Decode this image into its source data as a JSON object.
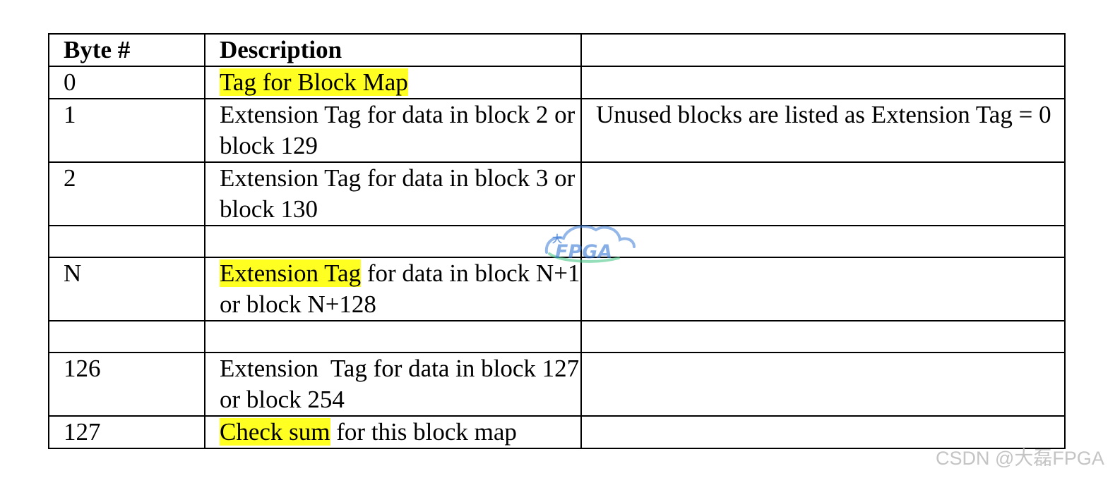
{
  "table": {
    "headers": [
      "Byte #",
      "Description",
      ""
    ],
    "rows": [
      {
        "byte": "0",
        "desc": [
          {
            "text": "Tag for Block Map",
            "highlight": true
          }
        ],
        "note": ""
      },
      {
        "byte": "1",
        "desc": [
          {
            "text": "Extension Tag for data in block 2 or block 129",
            "highlight": false
          }
        ],
        "note": "Unused blocks are listed as Extension Tag = 0"
      },
      {
        "byte": "2",
        "desc": [
          {
            "text": "Extension Tag for data in block 3 or block 130",
            "highlight": false
          }
        ],
        "note": ""
      },
      {
        "byte": "",
        "desc": [],
        "note": ""
      },
      {
        "byte": "N",
        "desc": [
          {
            "text": "Extension Tag",
            "highlight": true
          },
          {
            "text": " for data in block N+1 or block N+128",
            "highlight": false
          }
        ],
        "note": ""
      },
      {
        "byte": "",
        "desc": [],
        "note": ""
      },
      {
        "byte": "126",
        "desc": [
          {
            "text": "Extension  Tag for data in block 127 or block 254",
            "highlight": false
          }
        ],
        "note": ""
      },
      {
        "byte": "127",
        "desc": [
          {
            "text": "Check sum",
            "highlight": true
          },
          {
            "text": " for this block map",
            "highlight": false
          }
        ],
        "note": ""
      }
    ]
  },
  "watermark_center": {
    "text": "FPGA",
    "glyph": "大"
  },
  "watermark_footer": "CSDN @大磊FPGA",
  "colors": {
    "highlight": "#ffff22",
    "watermark_blue": "#3a7bd5",
    "watermark_green": "#4cc98a",
    "footer_text": "#c4c4c4"
  }
}
